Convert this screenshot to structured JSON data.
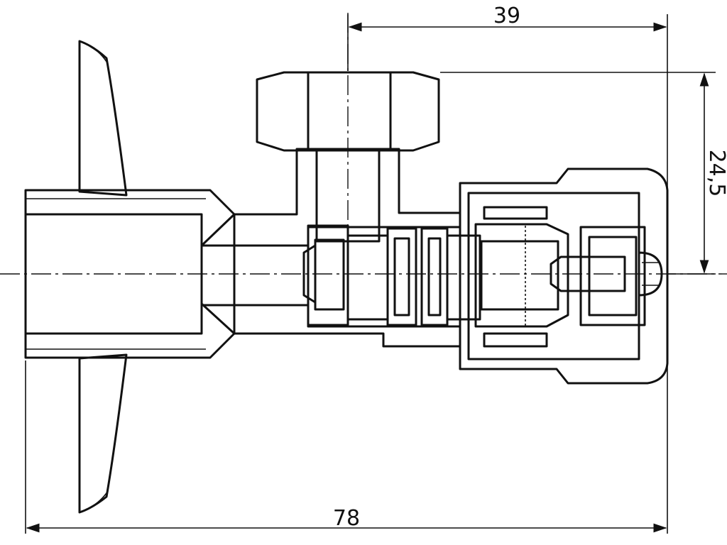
{
  "dimensions": {
    "top_width": "39",
    "right_height": "24,5",
    "bottom_width": "78"
  },
  "colors": {
    "line": "#111111",
    "background": "#ffffff"
  }
}
